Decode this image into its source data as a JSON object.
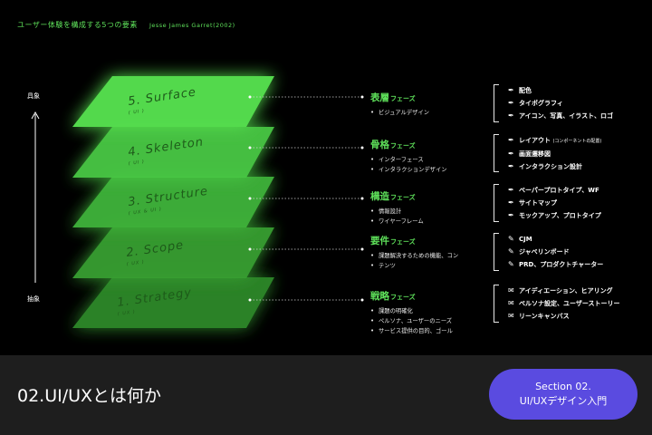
{
  "header": {
    "title": "ユーザー体験を構成する5つの要素",
    "credit": "Jesse James Garret(2002)"
  },
  "axis": {
    "top_label": "具象",
    "bottom_label": "抽象"
  },
  "layers": [
    {
      "name": "5. Surface",
      "sub": "( UI )"
    },
    {
      "name": "4. Skeleton",
      "sub": "( UI )"
    },
    {
      "name": "3. Structure",
      "sub": "( UX & UI )"
    },
    {
      "name": "2. Scope",
      "sub": "( UX )"
    },
    {
      "name": "1. Strategy",
      "sub": "( UX )"
    }
  ],
  "phases": [
    {
      "jp": "表層",
      "phase": "フェーズ",
      "items": [
        "ビジュアルデザイン"
      ]
    },
    {
      "jp": "骨格",
      "phase": "フェーズ",
      "items": [
        "インターフェース",
        "インタラクションデザイン"
      ]
    },
    {
      "jp": "構造",
      "phase": "フェーズ",
      "items": [
        "情報設計",
        "ワイヤーフレーム"
      ]
    },
    {
      "jp": "要件",
      "phase": "フェーズ",
      "items": [
        "課題解決するための機能、コン",
        "テンツ"
      ]
    },
    {
      "jp": "戦略",
      "phase": "フェーズ",
      "items": [
        "課題の明確化",
        "ペルソナ、ユーザーのニーズ",
        "サービス提供の目的、ゴール"
      ]
    }
  ],
  "deliverables": [
    {
      "icon": "pen-nib-icon",
      "glyph": "✒",
      "items": [
        "配色",
        "タイポグラフィ",
        "アイコン、写真、イラスト、ロゴ"
      ]
    },
    {
      "icon": "pen-nib-icon",
      "glyph": "✒",
      "items": [
        "レイアウト",
        "画面遷移図",
        "インタラクション設計"
      ],
      "note": "(コンポーネントの配置)"
    },
    {
      "icon": "pen-nib-icon",
      "glyph": "✒",
      "items": [
        "ペーパープロトタイプ、WF",
        "サイトマップ",
        "モックアップ、プロトタイプ"
      ]
    },
    {
      "icon": "edit-icon",
      "glyph": "✎",
      "items": [
        "CJM",
        "ジャベリンボード",
        "PRD、プロダクトチャーター"
      ]
    },
    {
      "icon": "chat-icon",
      "glyph": "✉",
      "items": [
        "アイディエーション、ヒアリング",
        "ペルソナ設定、ユーザーストーリー",
        "リーンキャンバス"
      ]
    }
  ],
  "footer": {
    "title": "02.UI/UXとは何か",
    "section_line1": "Section 02.",
    "section_line2": "UI/UXデザイン入門"
  },
  "colors": {
    "accent_green": "#5ee05a",
    "footer_button": "#5a4be0"
  }
}
